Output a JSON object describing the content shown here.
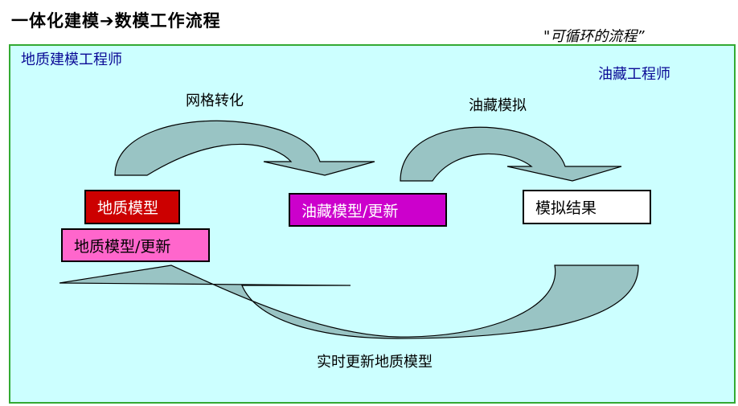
{
  "header": {
    "title": "一体化建模➔数模工作流程",
    "cycle_note": "\"可循环的流程”"
  },
  "roles": {
    "geologist": "地质建模工程师",
    "reservoir_engineer": "油藏工程师"
  },
  "steps": {
    "grid_conversion": "网格转化",
    "reservoir_simulation": "油藏模拟",
    "realtime_update": "实时更新地质模型"
  },
  "boxes": {
    "geo_model": "地质模型",
    "geo_model_update": "地质模型/更新",
    "reservoir_model_update": "油藏模型/更新",
    "simulation_result": "模拟结果"
  },
  "colors": {
    "panel_bg": "#ccffff",
    "panel_border": "#33aa33",
    "arrow_fill": "#99c4c4",
    "geo_model": "#cc0000",
    "geo_model_update": "#ff66cc",
    "reservoir_model_update": "#cc00cc",
    "simulation_result": "#ffffff",
    "role_text": "#0a0a96"
  }
}
